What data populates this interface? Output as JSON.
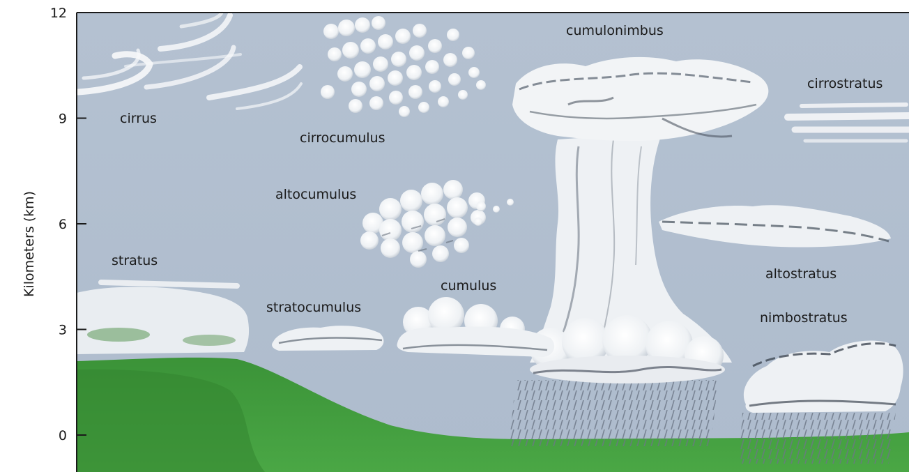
{
  "axis": {
    "title": "Kilometers (km)",
    "ticks": [
      {
        "value": 0,
        "label": "0"
      },
      {
        "value": 3,
        "label": "3"
      },
      {
        "value": 6,
        "label": "6"
      },
      {
        "value": 9,
        "label": "9"
      },
      {
        "value": 12,
        "label": "12"
      }
    ]
  },
  "clouds": {
    "cirrus": "cirrus",
    "cirrocumulus": "cirrocumulus",
    "cumulonimbus": "cumulonimbus",
    "cirrostratus": "cirrostratus",
    "altocumulus": "altocumulus",
    "stratus": "stratus",
    "cumulus": "cumulus",
    "stratocumulus": "stratocumulus",
    "altostratus": "altostratus",
    "nimbostratus": "nimbostratus"
  },
  "colors": {
    "sky": "#b2bfcf",
    "ground": "#3f9a3c",
    "cloud": "#f4f6f8",
    "cloud_shadow": "#6f7a86",
    "rain": "#7b8594"
  }
}
